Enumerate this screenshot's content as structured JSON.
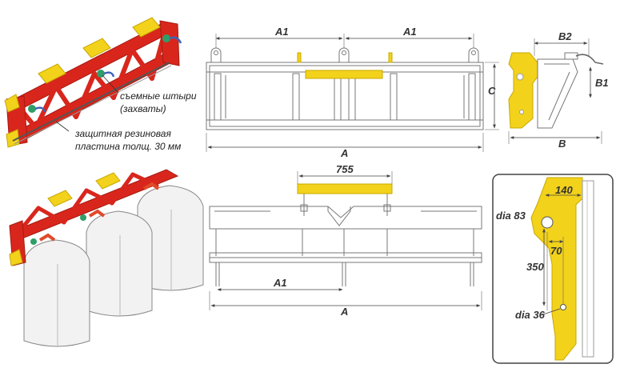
{
  "colors": {
    "frame_red": "#d9261c",
    "frame_red_dark": "#a31a12",
    "accent_yellow": "#f2d21b",
    "accent_yellow_dark": "#c9a800",
    "line_gray": "#7a7a7a",
    "bag_white": "#f2f2f2",
    "pin_blue": "#3f63b8",
    "pin_green": "#2f9e68",
    "pad_red": "#e04a2a"
  },
  "annotations": {
    "pins_line1": "съемные штыри",
    "pins_line2": "(захваты)",
    "pad_line1": "защитная резиновая",
    "pad_line2": "пластина толщ. 30 мм"
  },
  "top_view": {
    "dim_a1_left": "A1",
    "dim_a1_right": "A1",
    "dim_c": "C",
    "dim_a": "A"
  },
  "side_view": {
    "dim_b2": "B2",
    "dim_b1": "B1",
    "dim_b": "B"
  },
  "front_view": {
    "dim_755": "755",
    "dim_a1": "A1",
    "dim_a": "A"
  },
  "detail": {
    "dim_140": "140",
    "dim_dia83": "dia 83",
    "dim_70": "70",
    "dim_350": "350",
    "dim_dia36": "dia 36"
  }
}
